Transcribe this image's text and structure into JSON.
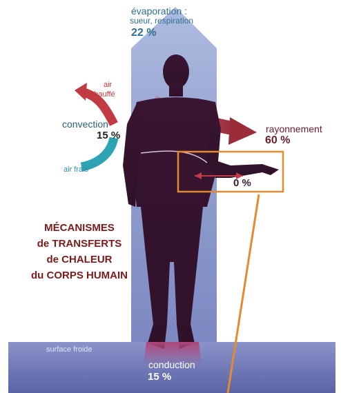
{
  "title_lines": [
    "MÉCANISMES",
    "de TRANSFERTS",
    "de CHALEUR",
    "du CORPS HUMAIN"
  ],
  "evaporation": {
    "label": "évaporation :",
    "sub": "sueur, respiration",
    "value": "22 %"
  },
  "convection": {
    "label": "convection",
    "value": "15 %",
    "hot_air_line1": "air",
    "hot_air_line2": "réchauffé",
    "cold_air": "air frais"
  },
  "radiation": {
    "label": "rayonnement",
    "value": "60 %"
  },
  "hand_gap": {
    "value": "0 %"
  },
  "conduction": {
    "surface": "surface froide",
    "label": "conduction",
    "value": "15 %"
  },
  "colors": {
    "body": "#3b1634",
    "evaporation_arrow": "#8a9cc8",
    "radiation_arrow": "#9b2d3a",
    "convection_hot": "#c23a43",
    "convection_cold": "#2ea3b5",
    "floor": "#6e78b6",
    "highlight_box": "#e58a2f",
    "title_text": "#7a1b1b"
  }
}
